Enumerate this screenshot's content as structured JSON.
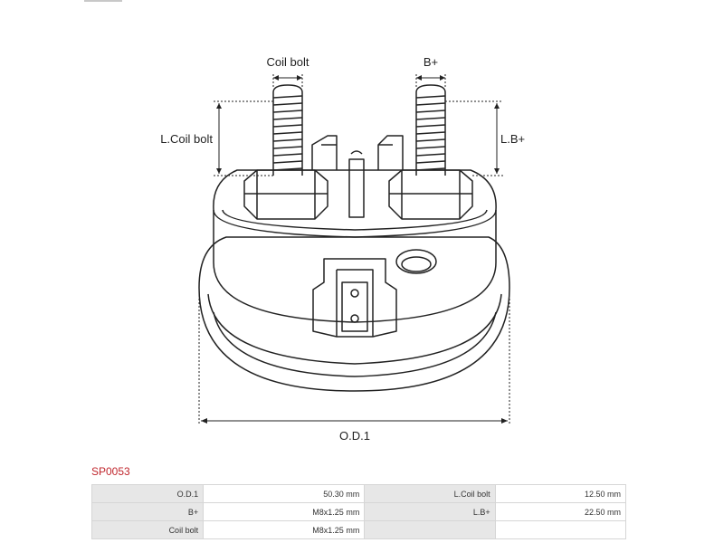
{
  "diagram": {
    "labels": {
      "coil_bolt": "Coil bolt",
      "b_plus": "B+",
      "l_coil_bolt": "L.Coil bolt",
      "l_b_plus": "L.B+",
      "od1": "O.D.1"
    }
  },
  "product": {
    "code": "SP0053"
  },
  "specs": {
    "rows": [
      {
        "label1": "O.D.1",
        "value1": "50.30 mm",
        "label2": "L.Coil bolt",
        "value2": "12.50 mm"
      },
      {
        "label1": "B+",
        "value1": "M8x1.25 mm",
        "label2": "L.B+",
        "value2": "22.50 mm"
      },
      {
        "label1": "Coil bolt",
        "value1": "M8x1.25 mm",
        "label2": "",
        "value2": ""
      }
    ]
  }
}
